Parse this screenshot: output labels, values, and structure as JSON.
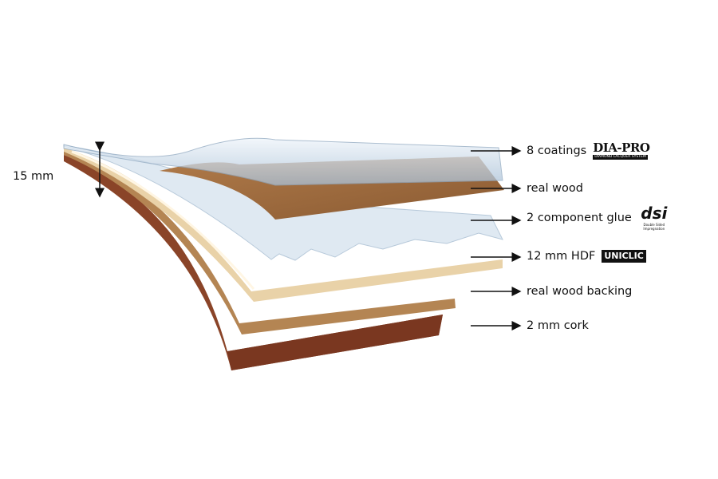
{
  "title": "Flooring layer construction",
  "thickness_label": "15 mm",
  "layers": [
    {
      "label": "8 coatings",
      "logo": "DIA-PRO",
      "logo_sub": "DIAMOND LACQUER SYSTEM"
    },
    {
      "label": "real wood"
    },
    {
      "label": "2 component glue",
      "logo": "dsi",
      "logo_sub": "Double Sided Impregnation"
    },
    {
      "label": "12 mm HDF",
      "logo": "UNICLIC"
    },
    {
      "label": "real wood backing"
    },
    {
      "label": "2 mm cork"
    }
  ],
  "colors": {
    "cork": "#8a4428",
    "backing": "#b48553",
    "hdf": "#e9d2a8",
    "glue": "#dfe9f2",
    "wood": "#9c6a3e",
    "coating": "#c8d8e8"
  }
}
